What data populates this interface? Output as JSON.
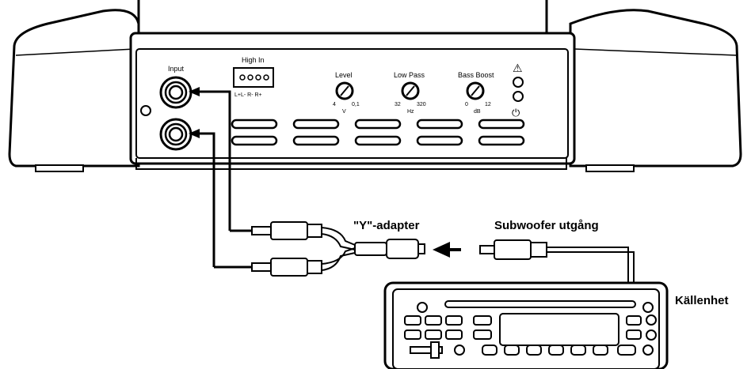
{
  "amplifier": {
    "input_label": "Input",
    "high_in_label": "High In",
    "high_in_pins": "L+L- R- R+",
    "level": {
      "label": "Level",
      "min": "4",
      "max": "0,1",
      "unit": "V"
    },
    "low_pass": {
      "label": "Low Pass",
      "min": "32",
      "max": "320",
      "unit": "Hz"
    },
    "bass_boost": {
      "label": "Bass Boost",
      "min": "0",
      "max": "12",
      "unit": "dB"
    },
    "warning_symbol": "⚠",
    "power_symbol": "⏻"
  },
  "callouts": {
    "y_adapter": "\"Y\"-adapter",
    "subwoofer_output": "Subwoofer utgång",
    "source_unit": "Källenhet"
  },
  "icons": {
    "warning": "warning-icon",
    "power": "power-icon",
    "arrow": "arrow-icon"
  }
}
